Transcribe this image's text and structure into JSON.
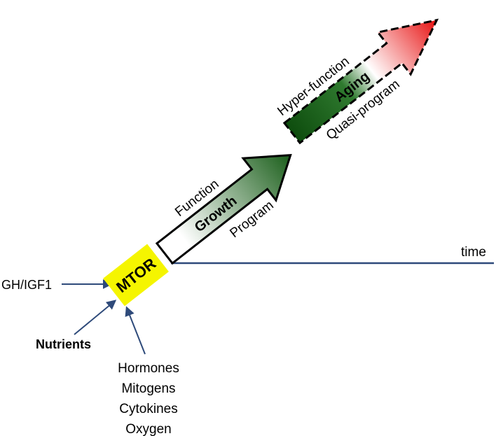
{
  "diagram": {
    "hub": {
      "label": "MTOR",
      "color": "#f5f500"
    },
    "inputs": {
      "gh_igf1": "GH/IGF1",
      "nutrients": "Nutrients",
      "other": [
        "Hormones",
        "Mitogens",
        "Cytokines",
        "Oxygen"
      ]
    },
    "growth_arrow": {
      "label": "Growth",
      "above": "Function",
      "below": "Program",
      "gradient": [
        "#ffffff",
        "#1a5e1a"
      ]
    },
    "aging_arrow": {
      "label": "Aging",
      "above": "Hyper-function",
      "below": "Quasi-program",
      "gradient": [
        "#0e4d0e",
        "#ffffff",
        "#e81010"
      ]
    },
    "time_axis": {
      "label": "time",
      "color": "#2e4a7a"
    }
  }
}
